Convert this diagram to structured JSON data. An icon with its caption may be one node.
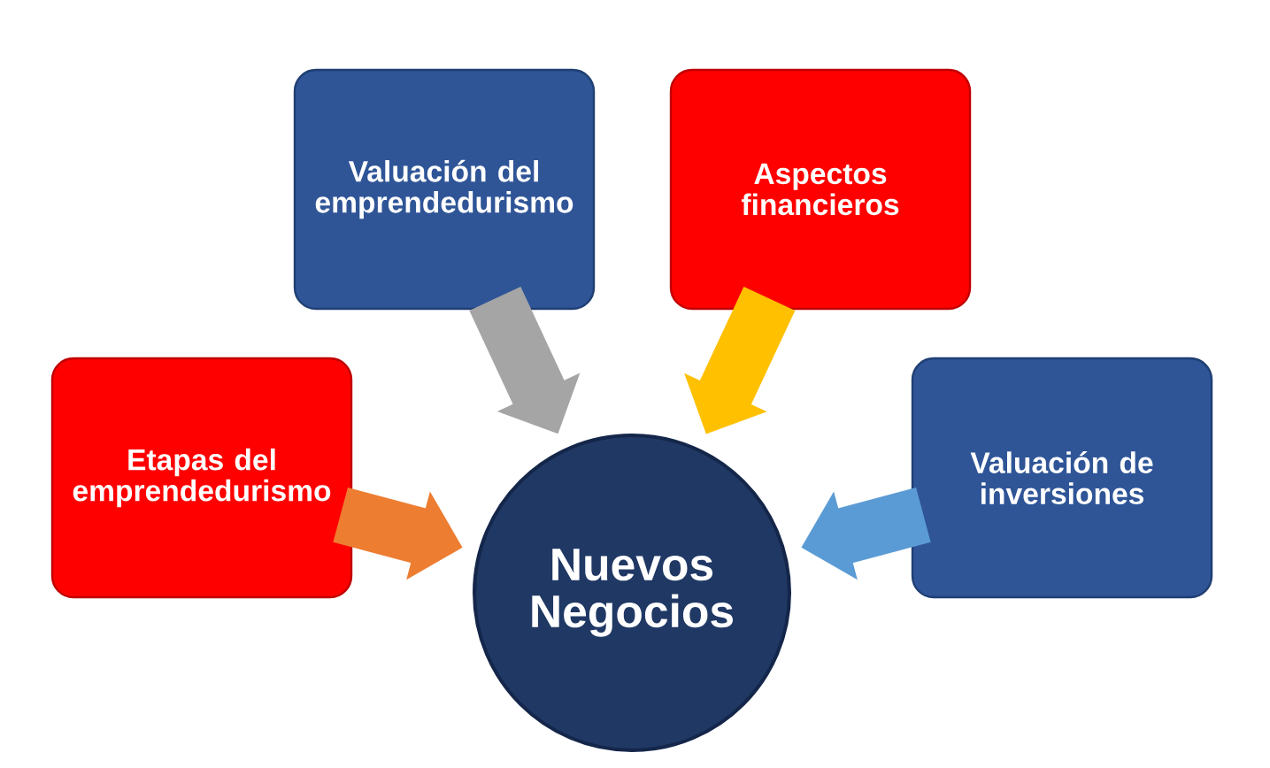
{
  "diagram": {
    "nodes": [
      {
        "text": [
          "Valuación del emprendedurismo"
        ]
      },
      {
        "text": [
          "Aspectos financieros"
        ]
      },
      {
        "text": [
          "Etapas del emprendedurismo"
        ]
      },
      {
        "text": [
          "Valuación de inversiones"
        ]
      },
      {
        "text": [
          "Nuevos Negocios"
        ]
      }
    ],
    "edges": [
      {
        "from": 0,
        "to": 4,
        "arrow": "to",
        "color": "#a5a5a5"
      },
      {
        "from": 1,
        "to": 4,
        "arrow": "to",
        "color": "#ffc000"
      },
      {
        "from": 2,
        "to": 4,
        "arrow": "to",
        "color": "#ed7d31"
      },
      {
        "from": 3,
        "to": 4,
        "arrow": "to",
        "color": "#5b9bd5"
      }
    ]
  }
}
